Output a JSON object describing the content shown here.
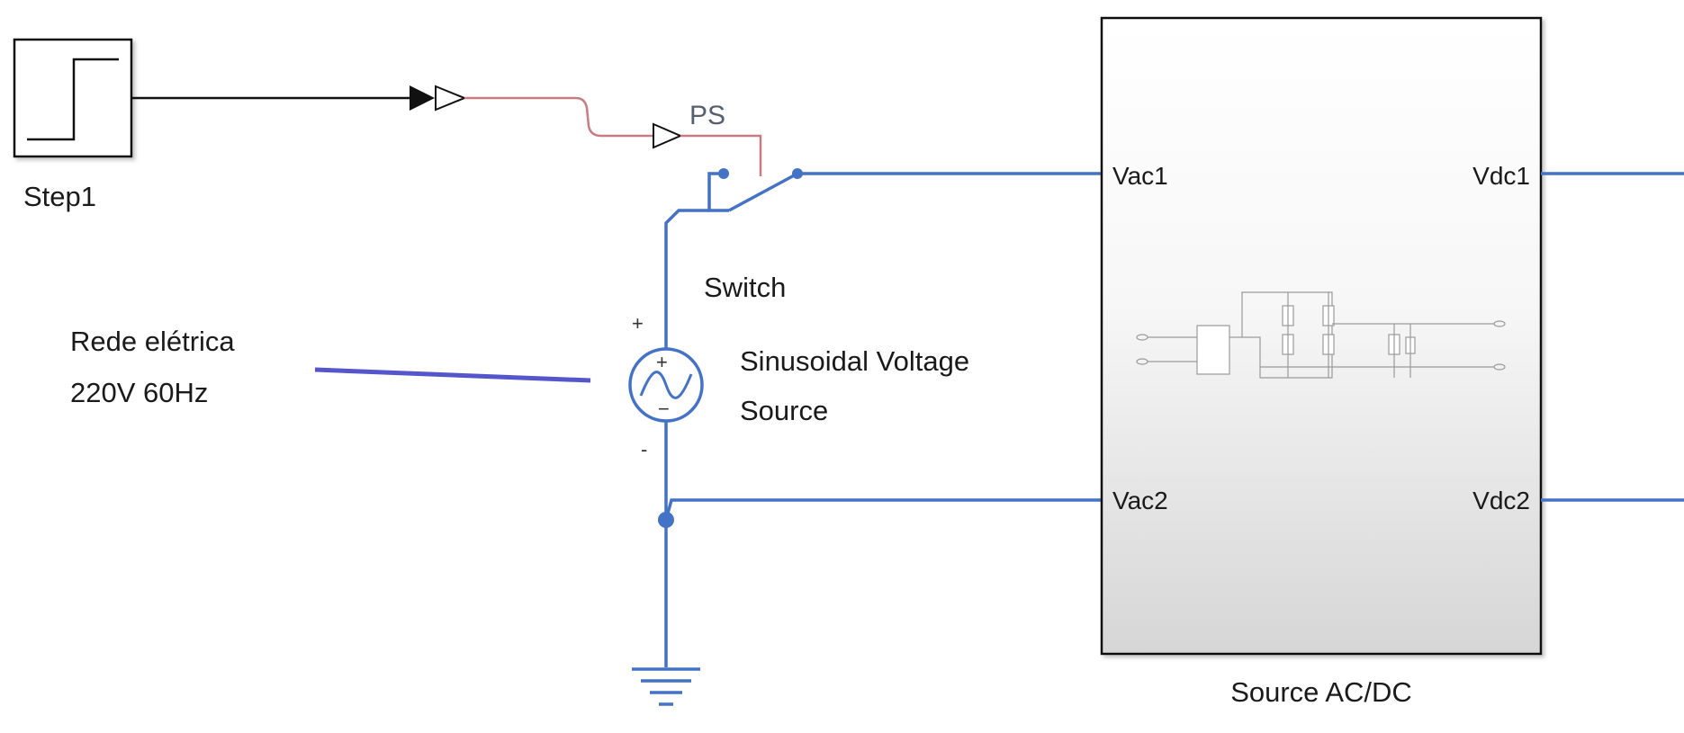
{
  "blocks": {
    "step": {
      "label": "Step1"
    },
    "switch": {
      "label": "Switch",
      "ps_label": "PS"
    },
    "source": {
      "label_line1": "Sinusoidal Voltage",
      "label_line2": "Source",
      "plus": "+",
      "minus": "-",
      "inner_plus": "+",
      "inner_minus": "−"
    },
    "subsystem": {
      "label": "Source AC/DC",
      "ports": {
        "in1": "Vac1",
        "in2": "Vac2",
        "out1": "Vdc1",
        "out2": "Vdc2"
      }
    }
  },
  "annotation": {
    "line1": "Rede elétrica",
    "line2": "220V 60Hz"
  },
  "colors": {
    "physical_wire": "#4472c4",
    "signal_wire": "#111111",
    "ps_wire": "#c97b84",
    "annotation_line": "#5555cc"
  }
}
